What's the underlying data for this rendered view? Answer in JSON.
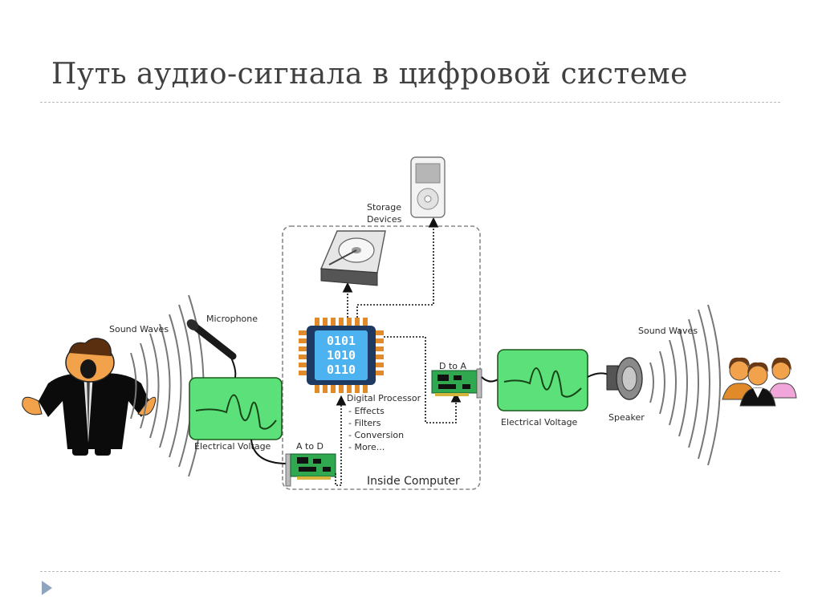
{
  "slide": {
    "title": "Путь аудио-сигнала в цифровой системе"
  },
  "diagram": {
    "labels": {
      "sound_waves_left": "Sound Waves",
      "microphone": "Microphone",
      "electrical_voltage_left": "Electrical Voltage",
      "a_to_d": "A to D",
      "storage_devices_line1": "Storage",
      "storage_devices_line2": "Devices",
      "chip_line1": "0101",
      "chip_line2": "1010",
      "chip_line3": "0110",
      "digital_processor": "Digital Processor",
      "dp_item1": "- Effects",
      "dp_item2": "- Filters",
      "dp_item3": "- Conversion",
      "dp_item4": "- More...",
      "d_to_a": "D to A",
      "electrical_voltage_right": "Electrical Voltage",
      "speaker": "Speaker",
      "sound_waves_right": "Sound Waves",
      "inside_computer": "Inside Computer"
    },
    "colors": {
      "waveform_panel": "#5be07a",
      "waveform_stroke": "#1d5a1d",
      "circuit_board": "#2fa84f",
      "chip_body": "#1f3a62",
      "chip_display": "#4db3f0",
      "chip_pins": "#e08a2a",
      "computer_box": "#888888"
    },
    "icons": {
      "singer": "singer-icon",
      "microphone": "microphone-icon",
      "hard_drive": "hard-drive-icon",
      "media_player": "media-player-icon",
      "processor_chip": "processor-chip-icon",
      "speaker": "speaker-icon",
      "audience": "audience-icon"
    }
  }
}
